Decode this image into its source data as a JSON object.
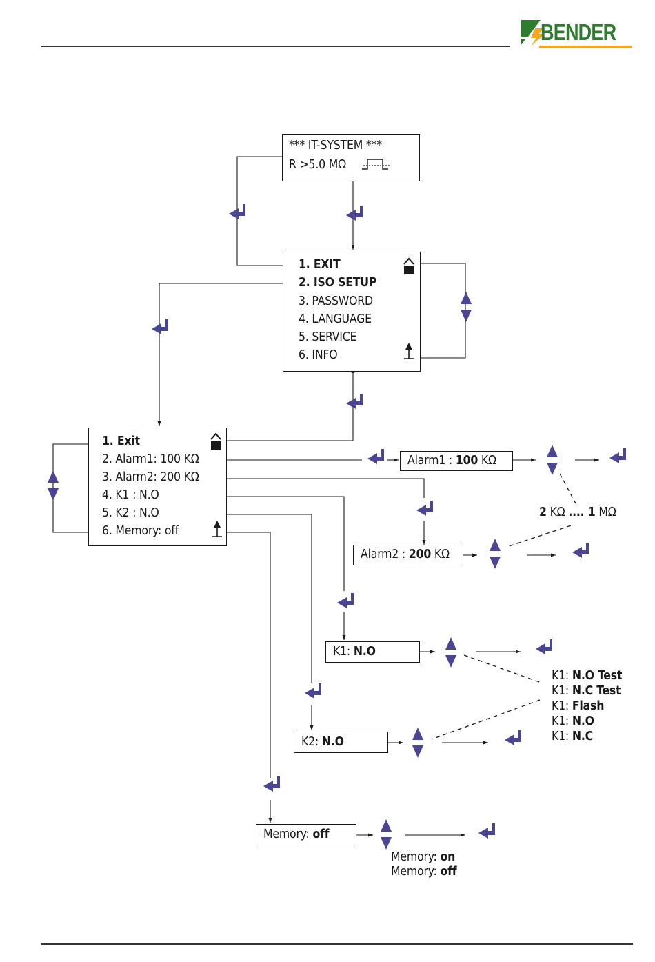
{
  "header": {
    "logo_text": "BENDER",
    "brand_colors": {
      "green": "#2e7d2e",
      "orange": "#f4a623",
      "icon_purple": "#4b4694"
    }
  },
  "screen_status": {
    "line1": "*** IT-SYSTEM ***",
    "line2": "R  >5.0 MΩ"
  },
  "main_menu": {
    "items": [
      {
        "label": "1. EXIT",
        "bold": true
      },
      {
        "label": "2. ISO SETUP",
        "bold": true
      },
      {
        "label": "3. PASSWORD",
        "bold": false
      },
      {
        "label": "4. LANGUAGE",
        "bold": false
      },
      {
        "label": "5. SERVICE",
        "bold": false
      },
      {
        "label": "6. INFO",
        "bold": false
      }
    ]
  },
  "iso_setup_menu": {
    "items": [
      {
        "label": "1. Exit",
        "bold": true
      },
      {
        "label": "2. Alarm1:  100 KΩ",
        "bold": false
      },
      {
        "label": "3. Alarm2:  200 KΩ",
        "bold": false
      },
      {
        "label": "4. K1  :  N.O",
        "bold": false
      },
      {
        "label": "5. K2  :  N.O",
        "bold": false
      },
      {
        "label": "6. Memory: off",
        "bold": false
      }
    ]
  },
  "edit_screens": {
    "alarm1": {
      "prefix": "Alarm1 :  ",
      "value": "100",
      "unit": " KΩ"
    },
    "alarm2": {
      "prefix": "Alarm2 :  ",
      "value": "200",
      "unit": " KΩ"
    },
    "k1": {
      "prefix": "K1: ",
      "value": "N.O"
    },
    "k2": {
      "prefix": "K2: ",
      "value": "N.O"
    },
    "memory": {
      "prefix": "Memory: ",
      "value": "off"
    }
  },
  "ranges": {
    "alarm": {
      "min_value": "2",
      "min_unit": " KΩ ",
      "dots": "....",
      "max_value": " 1",
      "max_unit": " MΩ"
    }
  },
  "relay_options": [
    {
      "prefix": "K1: ",
      "value": "N.O Test"
    },
    {
      "prefix": "K1: ",
      "value": "N.C Test"
    },
    {
      "prefix": "K1: ",
      "value": "Flash"
    },
    {
      "prefix": "K1: ",
      "value": "N.O"
    },
    {
      "prefix": "K1: ",
      "value": "N.C"
    }
  ],
  "memory_options": [
    {
      "prefix": "Memory: ",
      "value": "on"
    },
    {
      "prefix": "Memory: ",
      "value": "off"
    }
  ]
}
